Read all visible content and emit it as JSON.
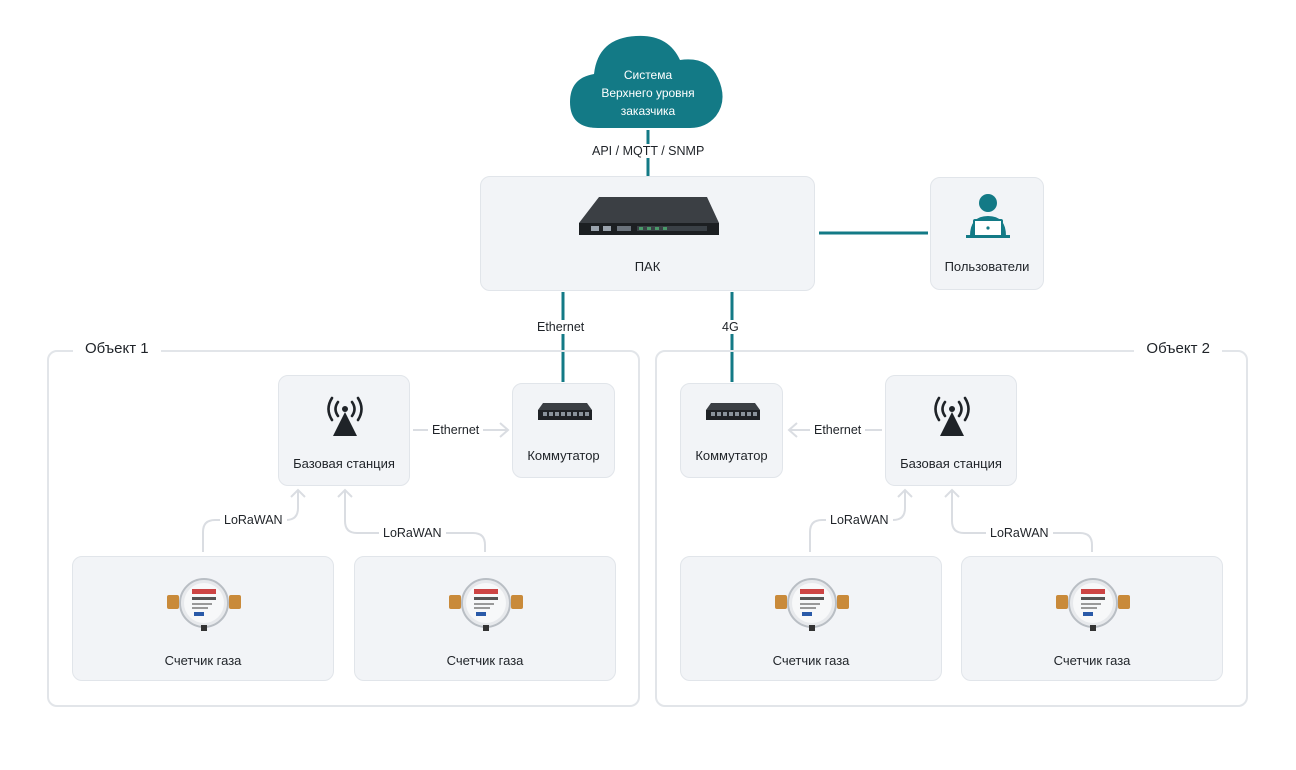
{
  "cloud": {
    "line1": "Система",
    "line2": "Верхнего уровня",
    "line3": "заказчика",
    "color": "#137a86"
  },
  "connections": {
    "api": "API / MQTT / SNMP",
    "ethernet_main": "Ethernet",
    "g4": "4G",
    "ethernet_obj1": "Ethernet",
    "ethernet_obj2": "Ethernet",
    "lorawan": "LoRaWAN"
  },
  "pak": {
    "label": "ПАК"
  },
  "users": {
    "label": "Пользователи"
  },
  "object1": {
    "title": "Объект 1",
    "base_station": "Базовая станция",
    "switch": "Коммутатор",
    "meter_a": "Счетчик газа",
    "meter_b": "Счетчик газа"
  },
  "object2": {
    "title": "Объект 2",
    "base_station": "Базовая станция",
    "switch": "Коммутатор",
    "meter_a": "Счетчик газа",
    "meter_b": "Счетчик газа"
  },
  "colors": {
    "teal": "#137a86",
    "grey_line": "#dadde2",
    "card_bg": "#f2f4f7"
  },
  "icons": {
    "cloud": "cloud-icon",
    "server": "rack-server-icon",
    "user": "user-laptop-icon",
    "antenna": "antenna-icon",
    "switch": "network-switch-icon",
    "meter": "gas-meter-icon"
  }
}
